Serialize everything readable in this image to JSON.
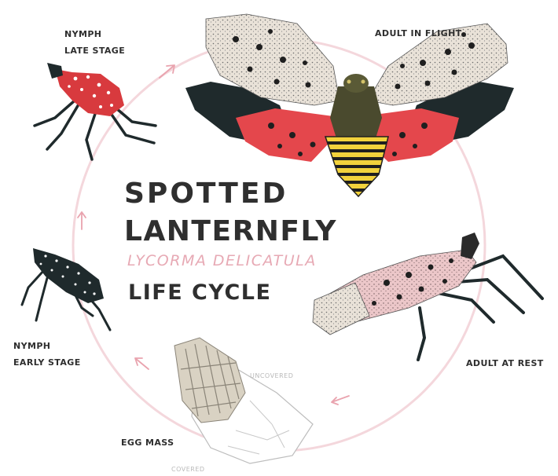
{
  "title": {
    "line1": "SPOTTED",
    "line2": "LANTERNFLY",
    "scientific_name": "LYCORMA DELICATULA",
    "subtitle": "LIFE CYCLE"
  },
  "stages": {
    "nymph_late": {
      "line1": "NYMPH",
      "line2": "LATE STAGE"
    },
    "adult_flight": {
      "label": "ADULT IN FLIGHT"
    },
    "adult_rest": {
      "label": "ADULT AT REST"
    },
    "egg_mass": {
      "label": "EGG MASS",
      "uncovered": "UNCOVERED",
      "covered": "COVERED"
    },
    "nymph_early": {
      "line1": "NYMPH",
      "line2": "EARLY STAGE"
    }
  },
  "colors": {
    "cycle_ring": "#f4d7dc",
    "arrow": "#e9a3ae",
    "title": "#2f2f2f",
    "scientific_name": "#e7a9b4",
    "wing_red": "#e4474c",
    "body_black": "#1f2a2c",
    "abdomen_yellow": "#f2d23c",
    "egg_mass": "#d9d2c3"
  },
  "icons": [
    "cycle-ring",
    "cycle-arrow-icon",
    "nymph-late-illustration",
    "adult-flight-illustration",
    "adult-rest-illustration",
    "egg-mass-illustration",
    "nymph-early-illustration"
  ]
}
